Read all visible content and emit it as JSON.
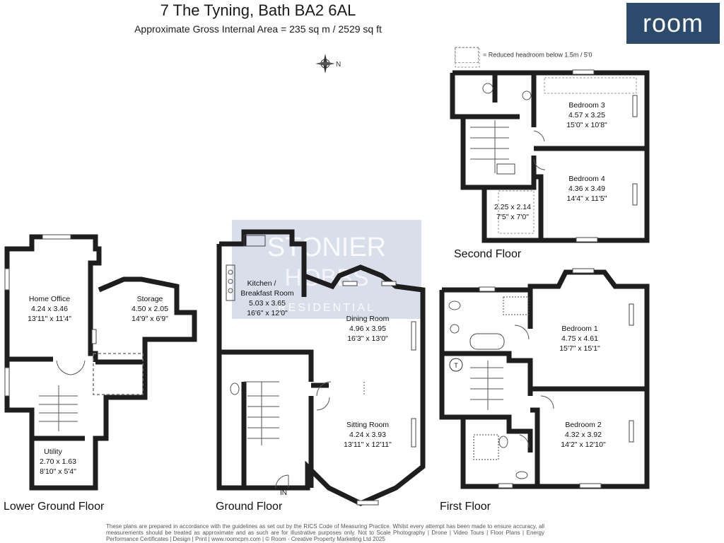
{
  "header": {
    "title": "7 The Tyning, Bath BA2 6AL",
    "subtitle": "Approximate Gross Internal Area = 235 sq m / 2529 sq ft"
  },
  "logo": {
    "text": "room",
    "color": "#2c4a6b"
  },
  "legend": {
    "text": "= Reduced headroom below 1.5m / 5'0"
  },
  "watermark": {
    "line1": "STONIER",
    "line2": "HOBBS",
    "line3": "RESIDENTIAL",
    "color": "#7b8fb8"
  },
  "compass": {
    "label": "N",
    "icon": "compass-icon"
  },
  "floors": {
    "lower_ground": "Lower Ground Floor",
    "ground": "Ground Floor",
    "first": "First Floor",
    "second": "Second Floor"
  },
  "rooms": {
    "home_office": {
      "name": "Home Office",
      "metric": "4.24 x 3.46",
      "imperial": "13'11\" x 11'4\""
    },
    "storage": {
      "name": "Storage",
      "metric": "4.50 x 2.05",
      "imperial": "14'9\" x 6'9\""
    },
    "utility": {
      "name": "Utility",
      "metric": "2.70 x 1.63",
      "imperial": "8'10\" x 5'4\""
    },
    "kitchen": {
      "name1": "Kitchen /",
      "name2": "Breakfast Room",
      "metric": "5.03 x 3.65",
      "imperial": "16'6\" x 12'0\""
    },
    "dining": {
      "name": "Dining Room",
      "metric": "4.96 x 3.95",
      "imperial": "16'3\" x 13'0\""
    },
    "sitting": {
      "name": "Sitting Room",
      "metric": "4.24 x 3.93",
      "imperial": "13'11\" x 12'11\""
    },
    "bedroom1": {
      "name": "Bedroom 1",
      "metric": "4.75 x 4.61",
      "imperial": "15'7\" x 15'1\""
    },
    "bedroom2": {
      "name": "Bedroom 2",
      "metric": "4.32 x 3.92",
      "imperial": "14'2\" x 12'10\""
    },
    "bedroom3": {
      "name": "Bedroom 3",
      "metric": "4.57 x 3.25",
      "imperial": "15'0\" x 10'8\""
    },
    "bedroom4": {
      "name": "Bedroom 4",
      "metric": "4.36 x 3.49",
      "imperial": "14'4\" x 11'5\""
    },
    "attic": {
      "metric": "2.25 x 2.14",
      "imperial": "7'5\" x 7'0\""
    }
  },
  "markers": {
    "entrance": "IN",
    "tank": "T"
  },
  "footer": "These plans are prepared in accordance with the guidelines as set out by the RICS Code of Measuring Practice. Whilst every attempt has been made to ensure accuracy, all measurements should be treated as approximate and as such are for illustrative purposes only. Not to Scale Photography | Drone | Video Tours | Floor Plans | Energy Performance Certificates | Design | Print | www.roomcpm.com | © Room - Creative Property Marketing Ltd 2025"
}
